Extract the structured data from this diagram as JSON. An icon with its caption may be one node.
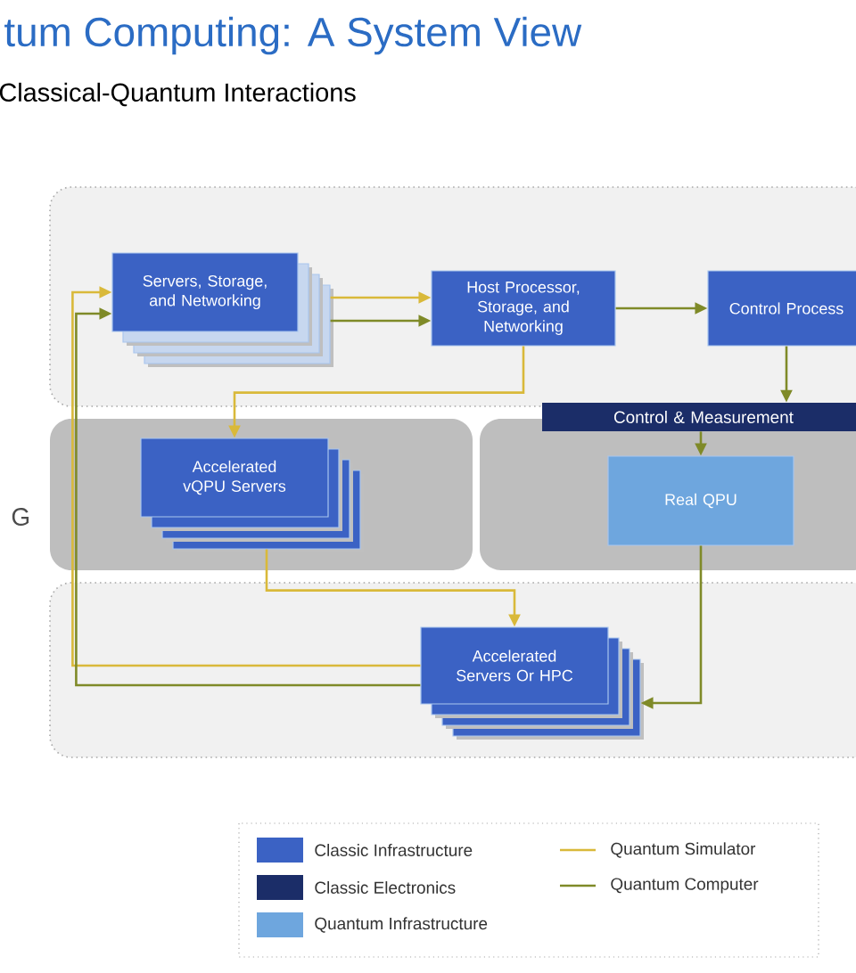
{
  "diagram": {
    "title": "tum Computing: A System View",
    "caption": "Classical-Quantum Interactions",
    "nodes": [
      {
        "text": [],
        "shape": "box"
      },
      {
        "text": [
          "Servers, Storage, and Networking"
        ],
        "in": 0
      },
      {
        "text": [
          "Host Processor, Storage, and Networking"
        ],
        "in": 0
      },
      {
        "text": [
          "Control Process"
        ],
        "in": 0
      },
      {
        "text": [],
        "shape": "box"
      },
      {
        "text": [
          "Accelerated vQPU Servers"
        ],
        "in": 4
      },
      {
        "text": [],
        "shape": "box"
      },
      {
        "text": [
          "Control & Measurement"
        ]
      },
      {
        "text": [
          "Real QPU"
        ],
        "in": 6
      },
      {
        "text": [],
        "shape": "box"
      },
      {
        "text": [
          "Accelerated Servers Or HPC"
        ],
        "in": 9
      }
    ],
    "edges": [
      {
        "from": 1,
        "to": 2,
        "arrow": "to",
        "color": "#d9b93a"
      },
      {
        "from": 1,
        "to": 2,
        "arrow": "to"
      },
      {
        "from": 2,
        "to": 3,
        "arrow": "to"
      },
      {
        "from": 2,
        "to": 5,
        "arrow": "to",
        "color": "#d9b93a"
      },
      {
        "from": 3,
        "to": 7,
        "arrow": "to"
      },
      {
        "from": 7,
        "to": 8,
        "arrow": "to"
      },
      {
        "from": 5,
        "to": 10,
        "arrow": "to",
        "color": "#d9b93a"
      },
      {
        "from": 8,
        "to": 10,
        "arrow": "to"
      },
      {
        "from": 10,
        "to": 1,
        "arrow": "to",
        "color": "#d9b93a"
      },
      {
        "from": 10,
        "to": 1,
        "arrow": "to"
      }
    ],
    "labels": [
      "G"
    ],
    "legend": [
      {
        "text": "Classic Infrastructure",
        "color": "#3b62c4"
      },
      {
        "text": "Classic Electronics",
        "color": "#1b2d68"
      },
      {
        "text": "Quantum Infrastructure",
        "color": "#6ea6de"
      },
      {
        "text": "Quantum Simulator"
      },
      {
        "text": "Quantum Computer"
      }
    ]
  }
}
